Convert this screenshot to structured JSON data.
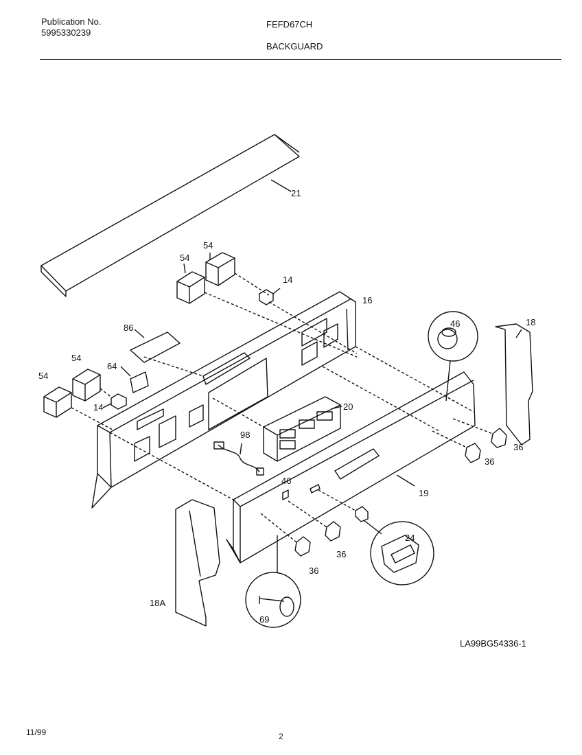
{
  "header": {
    "publication_label": "Publication No.",
    "publication_number": "5995330239",
    "model": "FEFD67CH",
    "section": "BACKGUARD"
  },
  "diagram": {
    "callouts": [
      "21",
      "54",
      "54",
      "14",
      "16",
      "46",
      "18",
      "86",
      "64",
      "54",
      "54",
      "14",
      "20",
      "98",
      "36",
      "36",
      "46",
      "19",
      "24",
      "36",
      "36",
      "18A",
      "69"
    ]
  },
  "footer": {
    "drawing_id": "LA99BG54336-1",
    "date": "11/99",
    "page": "2"
  }
}
